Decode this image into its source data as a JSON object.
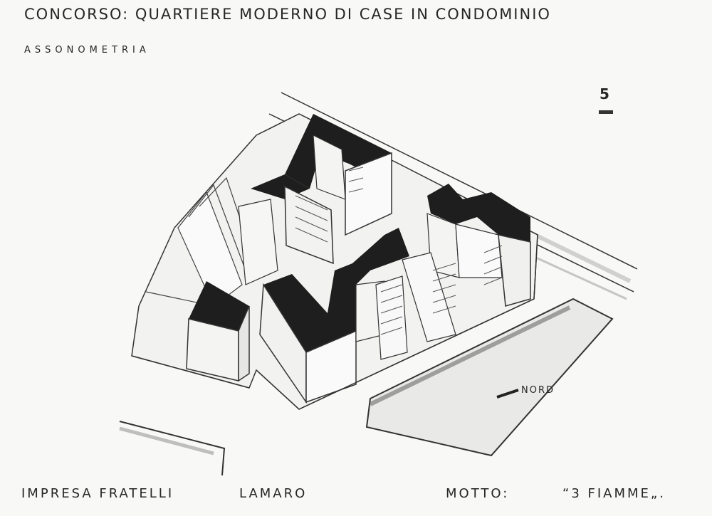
{
  "document": {
    "title": "CONCORSO: QUARTIERE  MODERNO DI  CASE IN  CONDOMINIO",
    "subtitle": "ASSONOMETRIA",
    "sheet_number": "5",
    "compass_label": "NORD",
    "footer": {
      "company_prefix": "IMPRESA FRATELLI",
      "company_name": "LAMARO",
      "motto_label": "MOTTO:",
      "motto_value": "“3 FIAMME„."
    }
  },
  "style": {
    "paper_color": "#f8f8f6",
    "ink_color": "#262626",
    "roof_fill": "#1e1e1e"
  }
}
